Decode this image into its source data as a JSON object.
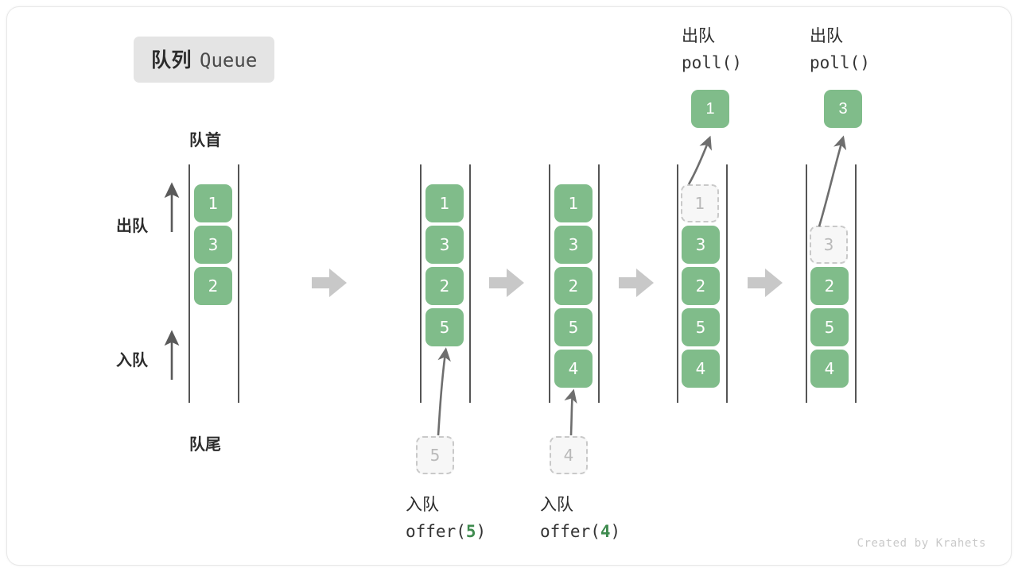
{
  "title": {
    "cn": "队列",
    "en": "Queue"
  },
  "labels": {
    "front": "队首",
    "rear": "队尾",
    "dequeue": "出队",
    "enqueue": "入队"
  },
  "watermark": "Created by Krahets",
  "colors": {
    "cell_green": "#80bc8a",
    "ghost_bg": "#f7f7f7",
    "ghost_border": "#c9c9c9",
    "rail": "#555555",
    "arrow_gray": "#c8c8c8",
    "curve_arrow": "#6e6e6e",
    "badge_bg": "#e4e4e4",
    "code_accent": "#3f8b4f",
    "watermark": "#c9c9c9"
  },
  "columns": [
    {
      "id": "initial",
      "cells": [
        {
          "value": "1",
          "state": "filled"
        },
        {
          "value": "3",
          "state": "filled"
        },
        {
          "value": "2",
          "state": "filled"
        }
      ],
      "caption": null,
      "popped": null
    },
    {
      "id": "after-offer-5",
      "cells": [
        {
          "value": "1",
          "state": "filled"
        },
        {
          "value": "3",
          "state": "filled"
        },
        {
          "value": "2",
          "state": "filled"
        },
        {
          "value": "5",
          "state": "filled"
        }
      ],
      "incoming": {
        "value": "5",
        "state": "ghost"
      },
      "caption": {
        "cn": "入队",
        "code_prefix": "offer(",
        "code_num": "5",
        "code_suffix": ")"
      },
      "popped": null
    },
    {
      "id": "after-offer-4",
      "cells": [
        {
          "value": "1",
          "state": "filled"
        },
        {
          "value": "3",
          "state": "filled"
        },
        {
          "value": "2",
          "state": "filled"
        },
        {
          "value": "5",
          "state": "filled"
        },
        {
          "value": "4",
          "state": "filled"
        }
      ],
      "incoming": {
        "value": "4",
        "state": "ghost"
      },
      "caption": {
        "cn": "入队",
        "code_prefix": "offer(",
        "code_num": "4",
        "code_suffix": ")"
      },
      "popped": null
    },
    {
      "id": "after-poll-1",
      "cells": [
        {
          "value": "1",
          "state": "ghost"
        },
        {
          "value": "3",
          "state": "filled"
        },
        {
          "value": "2",
          "state": "filled"
        },
        {
          "value": "5",
          "state": "filled"
        },
        {
          "value": "4",
          "state": "filled"
        }
      ],
      "caption_top": {
        "cn": "出队",
        "code": "poll()"
      },
      "popped": {
        "value": "1"
      }
    },
    {
      "id": "after-poll-3",
      "cells": [
        {
          "value": "",
          "state": "empty"
        },
        {
          "value": "3",
          "state": "ghost"
        },
        {
          "value": "2",
          "state": "filled"
        },
        {
          "value": "5",
          "state": "filled"
        },
        {
          "value": "4",
          "state": "filled"
        }
      ],
      "caption_top": {
        "cn": "出队",
        "code": "poll()"
      },
      "popped": {
        "value": "3"
      }
    }
  ],
  "transition_arrows": 4
}
